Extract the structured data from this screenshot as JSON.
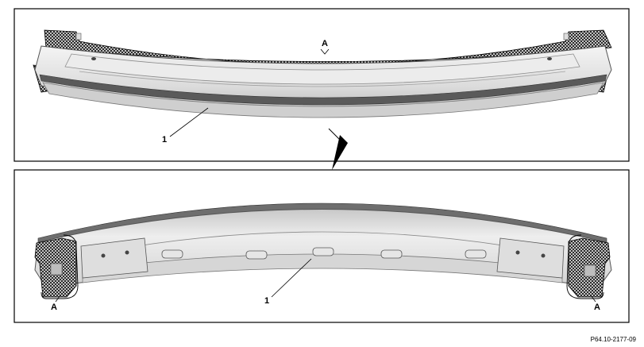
{
  "figure_reference": "P64.10-2177-09",
  "top_panel": {
    "label_region": "A",
    "label_part": "1"
  },
  "bottom_panel": {
    "label_region_left": "A",
    "label_region_right": "A",
    "label_part": "1"
  },
  "colors": {
    "frame": "#000000",
    "part_fill": "#d9d9d9",
    "part_highlight": "#f2f2f2",
    "part_shadow": "#8c8c8c",
    "seal_strip": "#5a5a5a",
    "crosshatch": "#1a1a1a"
  }
}
